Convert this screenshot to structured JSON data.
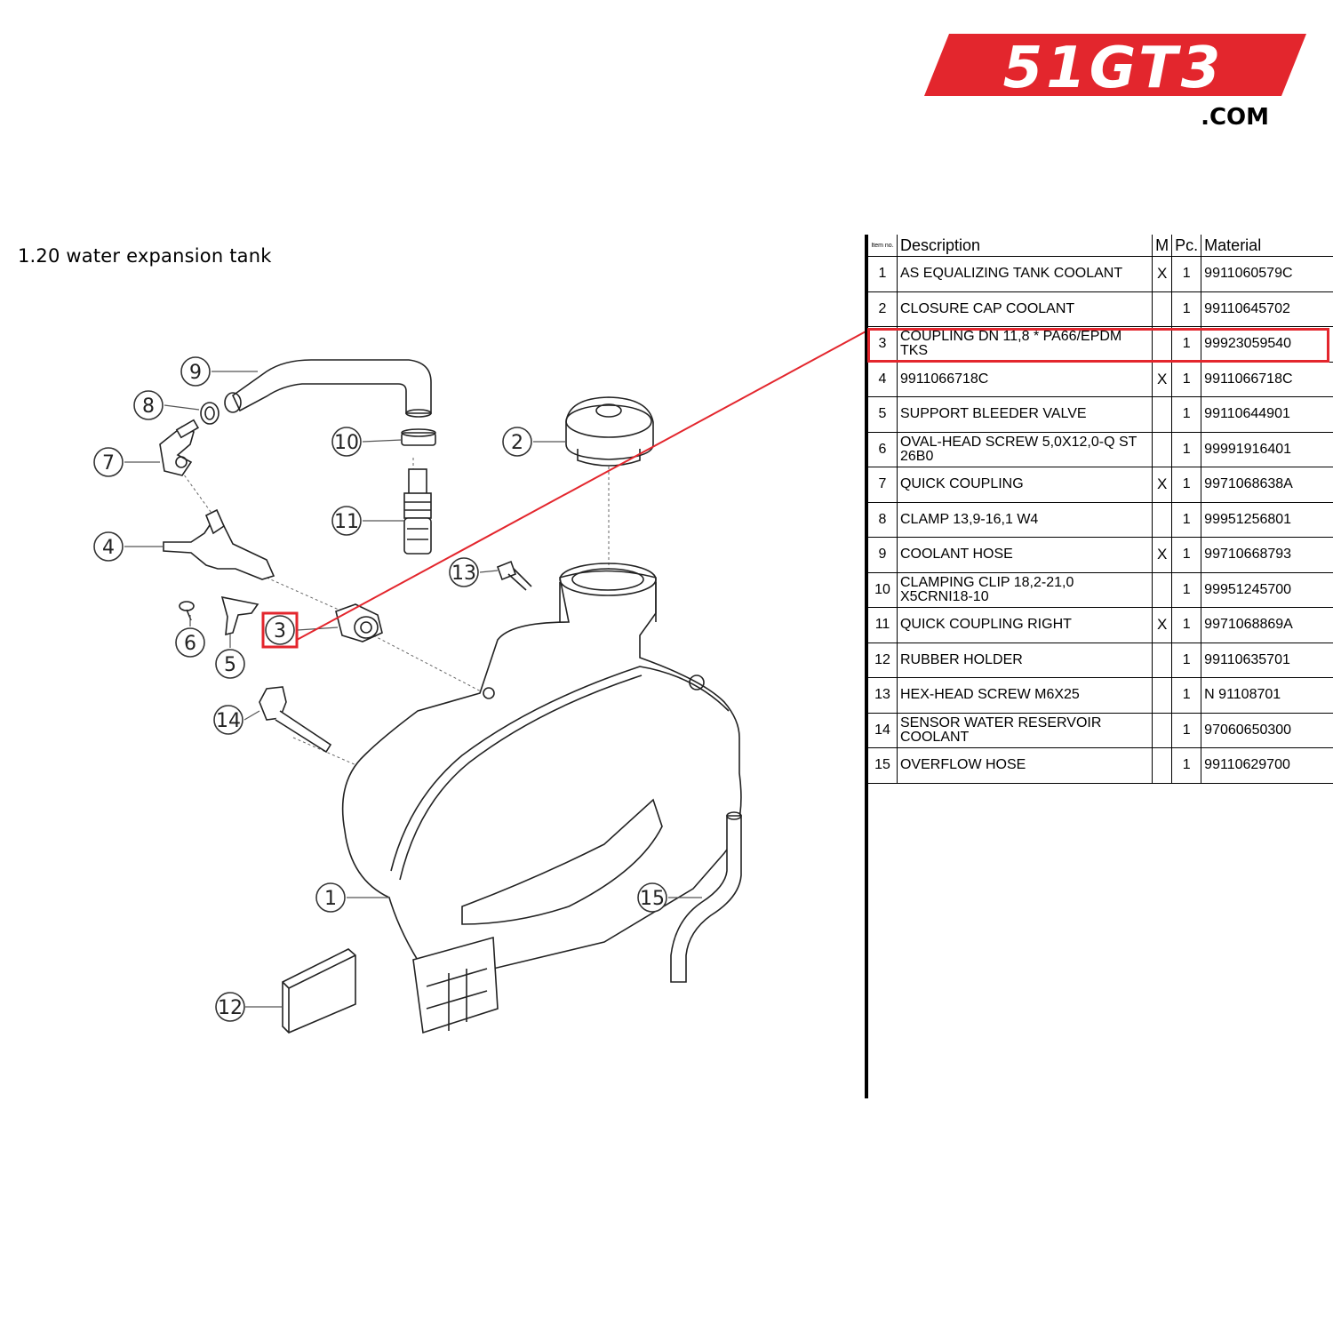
{
  "brand": {
    "logo_text": "51GT3",
    "domain": ".COM",
    "color": "#e3262d"
  },
  "section": {
    "title": "1.20  water expansion tank"
  },
  "diagram": {
    "callouts": [
      "1",
      "2",
      "3",
      "4",
      "5",
      "6",
      "7",
      "8",
      "9",
      "10",
      "11",
      "12",
      "13",
      "14",
      "15"
    ],
    "highlighted_item": "3",
    "highlight_color": "#e3262d"
  },
  "table": {
    "headers": {
      "item_no": "Item no.",
      "description": "Description",
      "m": "M",
      "pc": "Pc.",
      "material": "Material"
    },
    "rows": [
      {
        "no": "1",
        "desc": "AS EQUALIZING TANK COOLANT",
        "m": "X",
        "pc": "1",
        "material": "9911060579C"
      },
      {
        "no": "2",
        "desc": "CLOSURE CAP COOLANT",
        "m": "",
        "pc": "1",
        "material": "99110645702"
      },
      {
        "no": "3",
        "desc": "COUPLING DN 11,8 * PA66/EPDM TKS",
        "m": "",
        "pc": "1",
        "material": "99923059540"
      },
      {
        "no": "4",
        "desc": "9911066718C",
        "m": "X",
        "pc": "1",
        "material": "9911066718C"
      },
      {
        "no": "5",
        "desc": "SUPPORT BLEEDER VALVE",
        "m": "",
        "pc": "1",
        "material": "99110644901"
      },
      {
        "no": "6",
        "desc": "OVAL-HEAD SCREW 5,0X12,0-Q ST 26B0",
        "m": "",
        "pc": "1",
        "material": "99991916401"
      },
      {
        "no": "7",
        "desc": "QUICK COUPLING",
        "m": "X",
        "pc": "1",
        "material": "9971068638A"
      },
      {
        "no": "8",
        "desc": "CLAMP 13,9-16,1 W4",
        "m": "",
        "pc": "1",
        "material": "99951256801"
      },
      {
        "no": "9",
        "desc": "COOLANT HOSE",
        "m": "X",
        "pc": "1",
        "material": "99710668793"
      },
      {
        "no": "10",
        "desc": "CLAMPING CLIP 18,2-21,0 X5CRNI18-10",
        "m": "",
        "pc": "1",
        "material": "99951245700"
      },
      {
        "no": "11",
        "desc": "QUICK COUPLING RIGHT",
        "m": "X",
        "pc": "1",
        "material": "9971068869A"
      },
      {
        "no": "12",
        "desc": "RUBBER HOLDER",
        "m": "",
        "pc": "1",
        "material": "99110635701"
      },
      {
        "no": "13",
        "desc": "HEX-HEAD SCREW M6X25",
        "m": "",
        "pc": "1",
        "material": "N  91108701"
      },
      {
        "no": "14",
        "desc": "SENSOR WATER RESERVOIR COOLANT",
        "m": "",
        "pc": "1",
        "material": "97060650300"
      },
      {
        "no": "15",
        "desc": "OVERFLOW HOSE",
        "m": "",
        "pc": "1",
        "material": "99110629700"
      }
    ]
  }
}
